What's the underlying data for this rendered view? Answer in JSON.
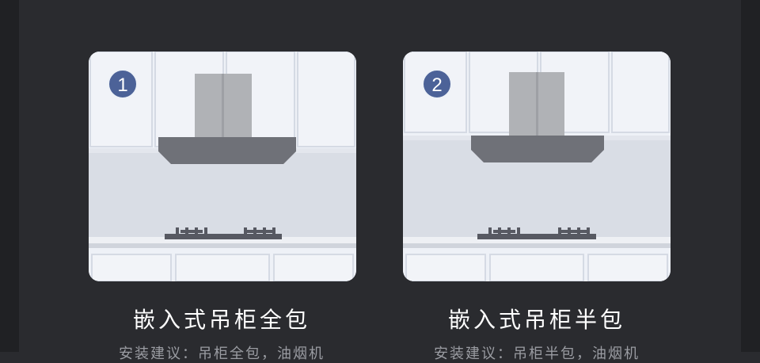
{
  "options": [
    {
      "number": "1",
      "title": "嵌入式吊柜全包",
      "subtitle": "安装建议：吊柜全包，油烟机"
    },
    {
      "number": "2",
      "title": "嵌入式吊柜半包",
      "subtitle": "安装建议：吊柜半包，油烟机"
    }
  ],
  "colors": {
    "background": "#2a2b2f",
    "card": "#e9edf5",
    "badge": "#4c6298",
    "hood": "#6f7178",
    "chimney": "#b0b2b6",
    "stove": "#575962"
  },
  "icons": {
    "card_one": "range-hood-fully-enclosed-illustration",
    "card_two": "range-hood-half-enclosed-illustration"
  }
}
